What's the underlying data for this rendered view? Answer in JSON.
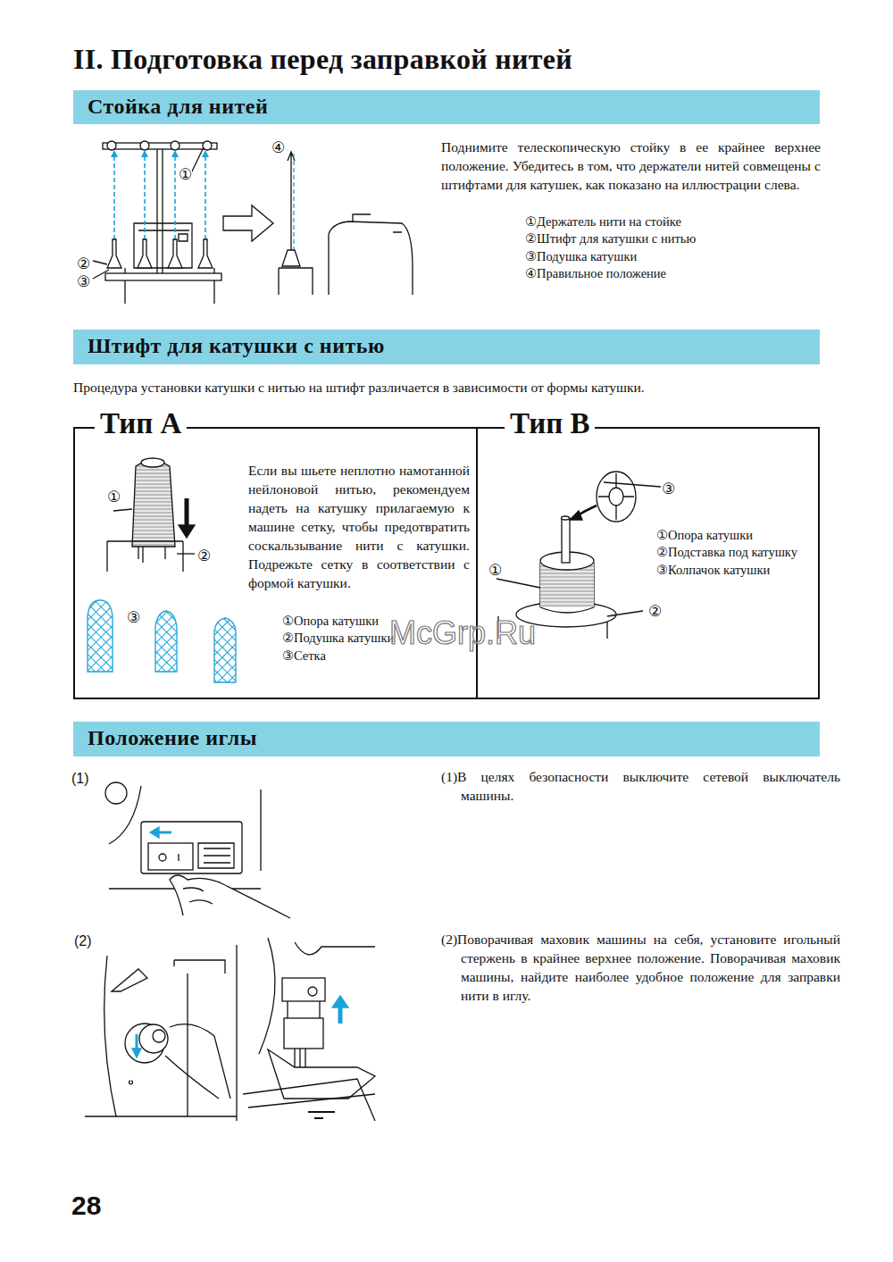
{
  "diagram": {
    "title": "II. Подготовка перед заправкой нитей",
    "nodes": [
      {
        "text": [
          "Стойка для нитей"
        ]
      },
      {
        "text": [
          "Штифт для катушки с нитью"
        ]
      },
      {
        "text": [
          "Тип A",
          "Если вы шьете неплотно намотанной нейлоновой нитью, рекомендуем надеть на катушку прилагаемую к машине сетку, чтобы предотвратить соскальзывание нити с катушки. Подрежьте сетку в соответствии с формой катушки."
        ]
      },
      {
        "text": [
          "Тип B"
        ]
      },
      {
        "text": [
          "Положение иглы"
        ]
      }
    ],
    "labels": [
      "Поднимите телескопическую стойку в ее крайнее верхнее положение. Убедитесь в том, что держатели нитей совмещены с штифтами для катушек, как показано на иллюстрации слева.",
      "①Держатель нити на стойке",
      "②Штифт для катушки с нитью",
      "③Подушка катушки",
      "④Правильное положение",
      "①",
      "②",
      "③",
      "④",
      "Процедура установки катушки с нитью на штифт различается в зависимости от формы катушки.",
      "①Опора катушки",
      "②Подушка катушки",
      "③Сетка",
      "①",
      "②",
      "③",
      "①Опора катушки",
      "②Подставка под катушку",
      "③Колпачок катушки",
      "③",
      "①",
      "②",
      "(1)",
      "(1)В целях безопасности выключите сетевой выключатель машины.",
      "(2)",
      "(2)Поворачивая маховик машины на себя, установите игольный стержень в крайнее верхнее положение. Поворачивая маховик машины, найдите наиболее удобное положение для заправки нити в иглу.",
      "28",
      "McGrp.Ru"
    ]
  }
}
